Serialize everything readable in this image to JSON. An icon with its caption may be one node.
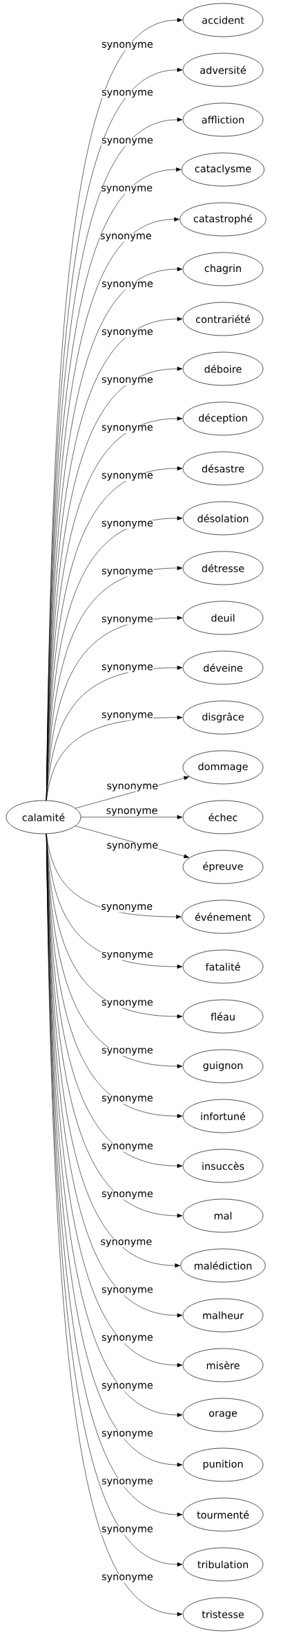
{
  "diagram": {
    "nodes": [
      {
        "text": [
          "calamité"
        ]
      },
      {
        "text": [
          "accident"
        ]
      },
      {
        "text": [
          "adversité"
        ]
      },
      {
        "text": [
          "affliction"
        ]
      },
      {
        "text": [
          "cataclysme"
        ]
      },
      {
        "text": [
          "catastrophé"
        ]
      },
      {
        "text": [
          "chagrin"
        ]
      },
      {
        "text": [
          "contrariété"
        ]
      },
      {
        "text": [
          "déboire"
        ]
      },
      {
        "text": [
          "déception"
        ]
      },
      {
        "text": [
          "désastre"
        ]
      },
      {
        "text": [
          "désolation"
        ]
      },
      {
        "text": [
          "détresse"
        ]
      },
      {
        "text": [
          "deuil"
        ]
      },
      {
        "text": [
          "déveine"
        ]
      },
      {
        "text": [
          "disgrâce"
        ]
      },
      {
        "text": [
          "dommage"
        ]
      },
      {
        "text": [
          "échec"
        ]
      },
      {
        "text": [
          "épreuve"
        ]
      },
      {
        "text": [
          "événement"
        ]
      },
      {
        "text": [
          "fatalité"
        ]
      },
      {
        "text": [
          "fléau"
        ]
      },
      {
        "text": [
          "guignon"
        ]
      },
      {
        "text": [
          "infortuné"
        ]
      },
      {
        "text": [
          "insuccès"
        ]
      },
      {
        "text": [
          "mal"
        ]
      },
      {
        "text": [
          "malédiction"
        ]
      },
      {
        "text": [
          "malheur"
        ]
      },
      {
        "text": [
          "misère"
        ]
      },
      {
        "text": [
          "orage"
        ]
      },
      {
        "text": [
          "punition"
        ]
      },
      {
        "text": [
          "tourmenté"
        ]
      },
      {
        "text": [
          "tribulation"
        ]
      },
      {
        "text": [
          "tristesse"
        ]
      }
    ],
    "edges": [
      {
        "from": 0,
        "to": 1,
        "arrow": "to",
        "label": "synonyme"
      },
      {
        "from": 0,
        "to": 2,
        "arrow": "to",
        "label": "synonyme"
      },
      {
        "from": 0,
        "to": 3,
        "arrow": "to",
        "label": "synonyme"
      },
      {
        "from": 0,
        "to": 4,
        "arrow": "to",
        "label": "synonyme"
      },
      {
        "from": 0,
        "to": 5,
        "arrow": "to",
        "label": "synonyme"
      },
      {
        "from": 0,
        "to": 6,
        "arrow": "to",
        "label": "synonyme"
      },
      {
        "from": 0,
        "to": 7,
        "arrow": "to",
        "label": "synonyme"
      },
      {
        "from": 0,
        "to": 8,
        "arrow": "to",
        "label": "synonyme"
      },
      {
        "from": 0,
        "to": 9,
        "arrow": "to",
        "label": "synonyme"
      },
      {
        "from": 0,
        "to": 10,
        "arrow": "to",
        "label": "synonyme"
      },
      {
        "from": 0,
        "to": 11,
        "arrow": "to",
        "label": "synonyme"
      },
      {
        "from": 0,
        "to": 12,
        "arrow": "to",
        "label": "synonyme"
      },
      {
        "from": 0,
        "to": 13,
        "arrow": "to",
        "label": "synonyme"
      },
      {
        "from": 0,
        "to": 14,
        "arrow": "to",
        "label": "synonyme"
      },
      {
        "from": 0,
        "to": 15,
        "arrow": "to",
        "label": "synonyme"
      },
      {
        "from": 0,
        "to": 16,
        "arrow": "to",
        "label": "synonyme"
      },
      {
        "from": 0,
        "to": 17,
        "arrow": "to",
        "label": "synonyme"
      },
      {
        "from": 0,
        "to": 18,
        "arrow": "to",
        "label": "synonyme"
      },
      {
        "from": 0,
        "to": 19,
        "arrow": "to",
        "label": "synonyme"
      },
      {
        "from": 0,
        "to": 20,
        "arrow": "to",
        "label": "synonyme"
      },
      {
        "from": 0,
        "to": 21,
        "arrow": "to",
        "label": "synonyme"
      },
      {
        "from": 0,
        "to": 22,
        "arrow": "to",
        "label": "synonyme"
      },
      {
        "from": 0,
        "to": 23,
        "arrow": "to",
        "label": "synonyme"
      },
      {
        "from": 0,
        "to": 24,
        "arrow": "to",
        "label": "synonyme"
      },
      {
        "from": 0,
        "to": 25,
        "arrow": "to",
        "label": "synonyme"
      },
      {
        "from": 0,
        "to": 26,
        "arrow": "to",
        "label": "synonyme"
      },
      {
        "from": 0,
        "to": 27,
        "arrow": "to",
        "label": "synonyme"
      },
      {
        "from": 0,
        "to": 28,
        "arrow": "to",
        "label": "synonyme"
      },
      {
        "from": 0,
        "to": 29,
        "arrow": "to",
        "label": "synonyme"
      },
      {
        "from": 0,
        "to": 30,
        "arrow": "to",
        "label": "synonyme"
      },
      {
        "from": 0,
        "to": 31,
        "arrow": "to",
        "label": "synonyme"
      },
      {
        "from": 0,
        "to": 32,
        "arrow": "to",
        "label": "synonyme"
      },
      {
        "from": 0,
        "to": 33,
        "arrow": "to",
        "label": "synonyme"
      }
    ]
  }
}
